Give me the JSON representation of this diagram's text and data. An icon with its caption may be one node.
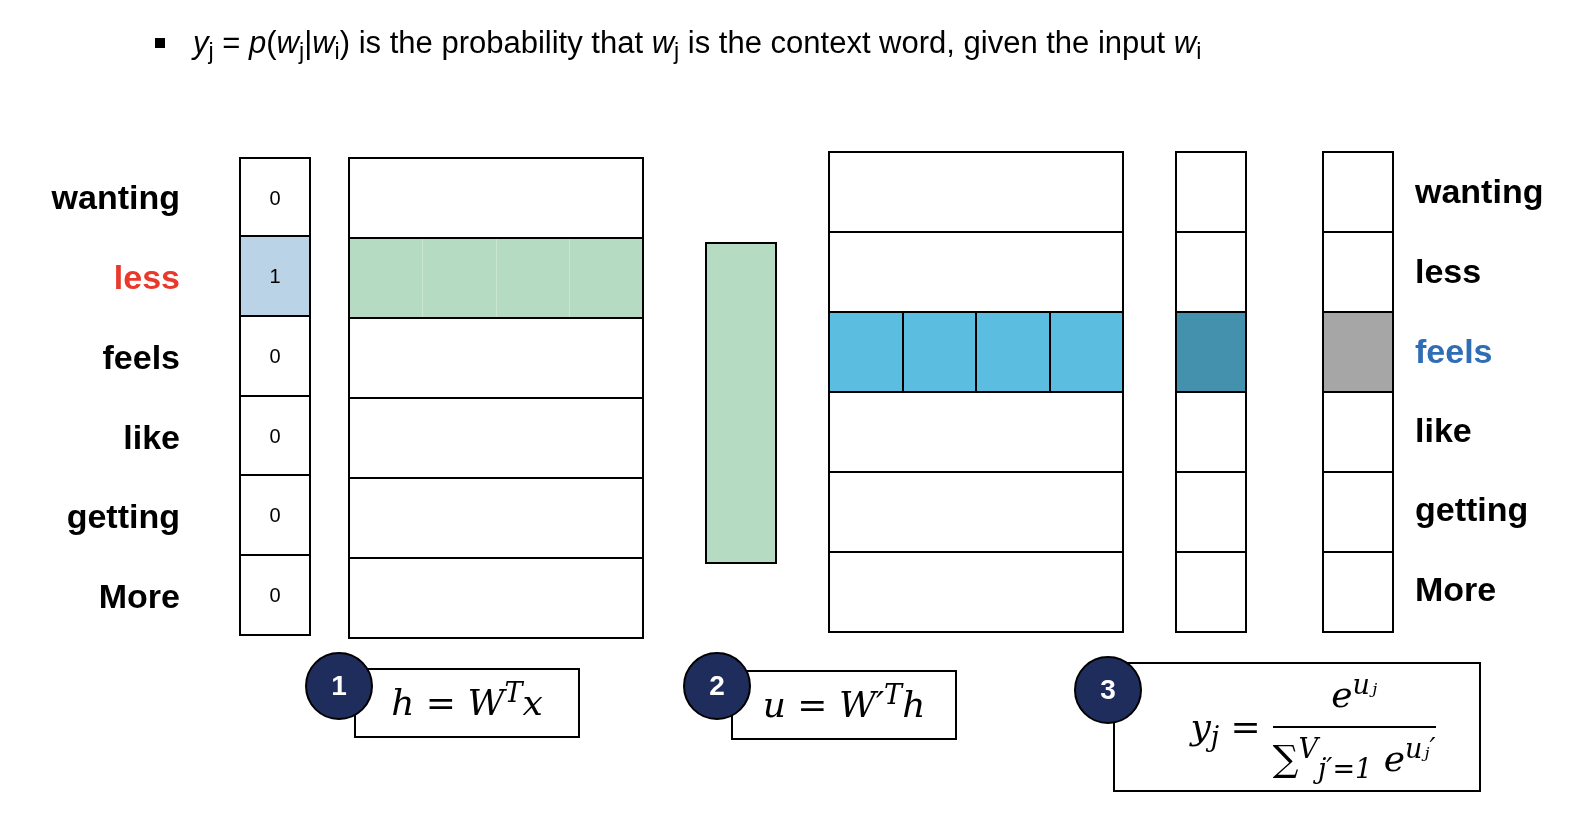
{
  "diagram": {
    "title": "*y*$_{j}$ = *p*(*w*$_{j}$|*w*$_{i}$) is the probability that *w*$_{j}$ is the context word, given the input *w*$_{i}$",
    "nodes": [
      {
        "text": [
          "0"
        ]
      },
      {
        "text": [
          "1"
        ]
      },
      {
        "text": [
          "0"
        ]
      },
      {
        "text": [
          "0"
        ]
      },
      {
        "text": [
          "0"
        ]
      },
      {
        "text": [
          "0"
        ]
      },
      {
        "text": [
          "1"
        ]
      },
      {
        "text": [
          "2"
        ]
      },
      {
        "text": [
          "3"
        ]
      },
      {
        "text": [
          "h = W$^{T}$x"
        ]
      },
      {
        "text": [
          "u = W′$^{T}$h"
        ]
      },
      {
        "text": [
          "y$_{j}$ =",
          "e$^{uⱼ}$",
          "∑$^{V}$$_{j′=1}$ e$^{uⱼ′}$"
        ]
      }
    ],
    "edges": [],
    "labels": [
      "wanting",
      "less",
      "feels",
      "like",
      "getting",
      "More",
      "wanting",
      "less",
      "feels",
      "like",
      "getting",
      "More"
    ]
  }
}
